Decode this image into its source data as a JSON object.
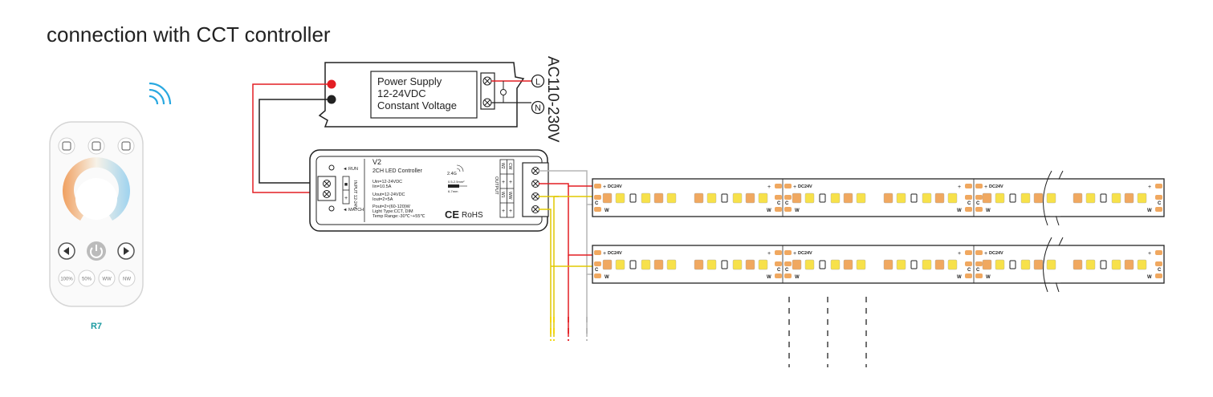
{
  "title": "connection with CCT controller",
  "remote": {
    "model": "R7",
    "buttons": [
      "100%",
      "50%",
      "WW",
      "NW"
    ]
  },
  "power_supply": {
    "line1": "Power Supply",
    "line2": "12-24VDC",
    "line3": "Constant Voltage",
    "ac_label": "AC110-230V",
    "live": "L",
    "neutral": "N"
  },
  "controller": {
    "model": "V2",
    "name": "2CH LED Controller",
    "spec1": "Uin=12-24VDC",
    "spec2": "Iin=10.5A",
    "spec3": "Uout=12-24VDC",
    "spec4": "Iout=2×5A",
    "spec5": "Pout=2×(60-120)W",
    "spec6": "Light Type:CCT, DIM",
    "spec7": "Temp Range:-30℃~+55℃",
    "run": "RUN",
    "match": "MATCH",
    "input": "INPUT 12-24V",
    "output": "OUTPUT",
    "rf": "2.4G",
    "wire1": "0.5-2.5mm²",
    "wire2": "6-7mm",
    "ce": "CE",
    "rohs": "RoHS",
    "ch_w2": "W2",
    "ch_cw": "CW",
    "ch_w1": "W1",
    "ch_ww": "WW",
    "plus": "+"
  },
  "strip": {
    "dc_label": "DC24V",
    "plus": "+",
    "c": "C",
    "w": "W"
  },
  "colors": {
    "red_wire": "#e31e24",
    "yellow_wire": "#f2d500",
    "grey_wire": "#b5b5b5",
    "strip_orange": "#f0a860",
    "strip_yellow": "#f7e14a",
    "remote_teal": "#1a9aa0"
  }
}
